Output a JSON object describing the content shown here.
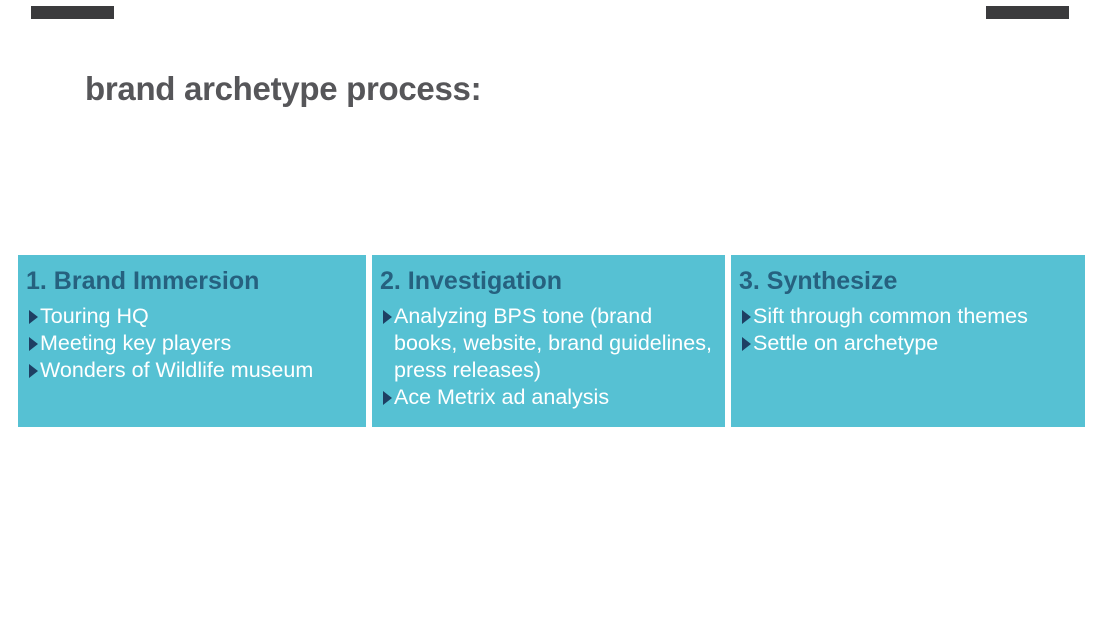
{
  "title": "brand archetype process:",
  "decor": {
    "corner_bar_color": "#3b3b3d"
  },
  "colors": {
    "card_background": "#56c1d3",
    "heading_text": "#26617f",
    "bullet_marker": "#1e3f63",
    "bullet_text": "#ffffff",
    "title_text": "#565659"
  },
  "boxes": [
    {
      "heading": "1. Brand Immersion",
      "bullets": [
        "Touring HQ",
        "Meeting key players",
        "Wonders of Wildlife museum"
      ]
    },
    {
      "heading": "2. Investigation",
      "bullets": [
        "Analyzing BPS tone (brand books, website, brand guidelines, press releases)",
        "Ace Metrix ad analysis"
      ]
    },
    {
      "heading": "3. Synthesize",
      "bullets": [
        "Sift through common themes",
        "Settle on archetype"
      ]
    }
  ]
}
